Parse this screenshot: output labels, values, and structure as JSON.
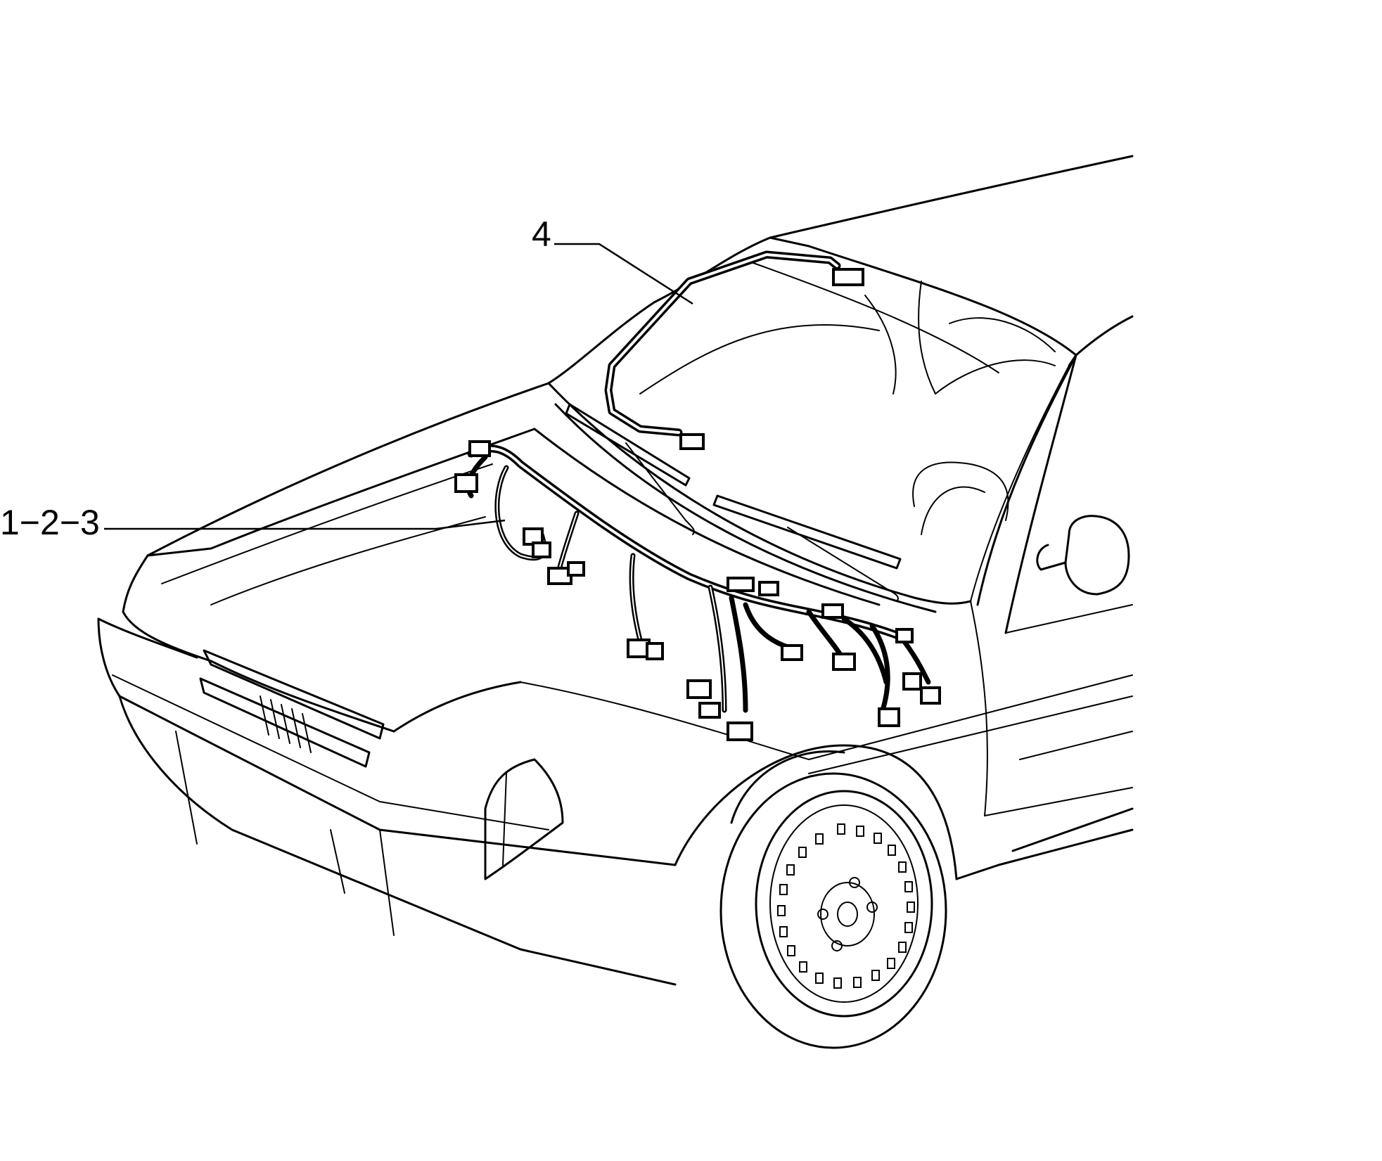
{
  "callouts": [
    {
      "id": "front-harness",
      "text": "1−2−3"
    },
    {
      "id": "windscreen-harness",
      "text": "4"
    }
  ]
}
